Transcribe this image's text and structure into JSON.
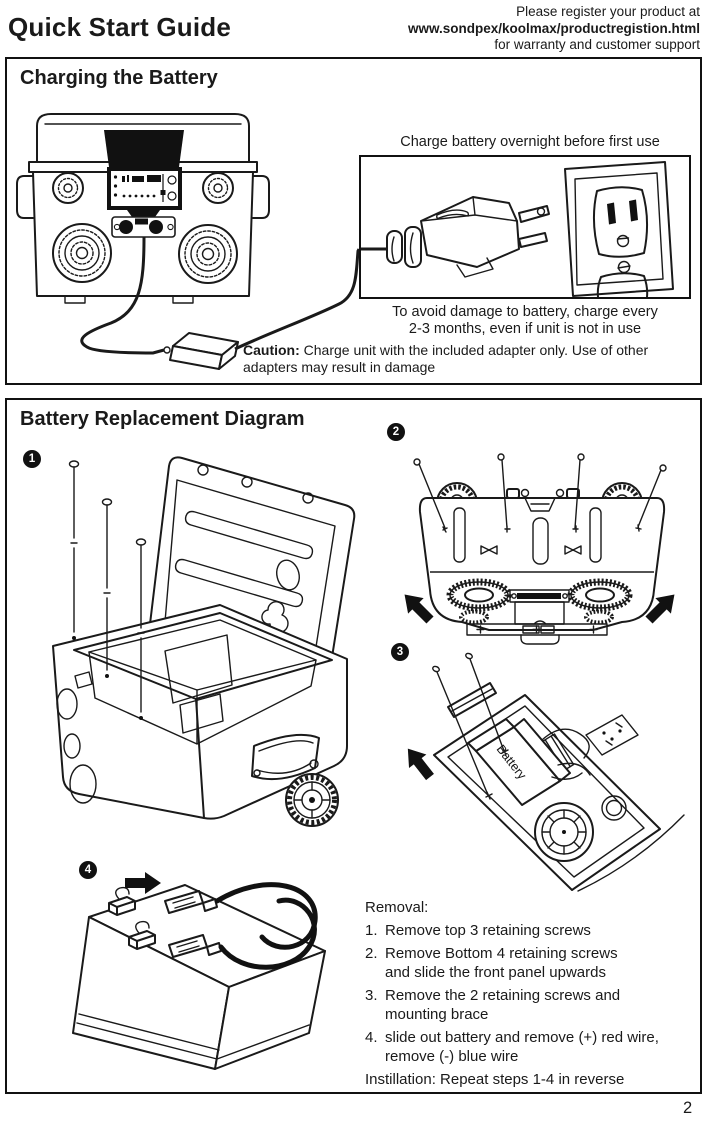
{
  "page": {
    "number": "2"
  },
  "header": {
    "title": "Quick Start Guide",
    "register": [
      "Please register your product at",
      "www.sondpex/koolmax/productregistion.html",
      "for warranty and customer support"
    ]
  },
  "charging": {
    "title": "Charging the Battery",
    "overnight_note": "Charge battery overnight before first use",
    "avoid_note_line1": "To avoid damage to battery, charge every",
    "avoid_note_line2": "2-3 months, even if unit is not in use",
    "caution_label": "Caution:",
    "caution_rest": "Charge unit with the included adapter only. Use of other adapters may result in damage"
  },
  "battery": {
    "title": "Battery Replacement Diagram",
    "badges": [
      "1",
      "2",
      "3",
      "4"
    ],
    "battery_label": "Battery",
    "removal_heading": "Removal:",
    "steps": [
      {
        "num": "1.",
        "lines": [
          "Remove top 3 retaining screws"
        ]
      },
      {
        "num": "2.",
        "lines": [
          "Remove Bottom 4 retaining screws",
          "and slide the front panel upwards"
        ]
      },
      {
        "num": "3.",
        "lines": [
          "Remove the 2 retaining screws and",
          "mounting brace"
        ]
      },
      {
        "num": "4.",
        "lines": [
          "slide out battery and remove (+) red wire,",
          "remove (-) blue wire"
        ]
      }
    ],
    "installation_note": "Instillation: Repeat steps 1-4 in reverse"
  }
}
